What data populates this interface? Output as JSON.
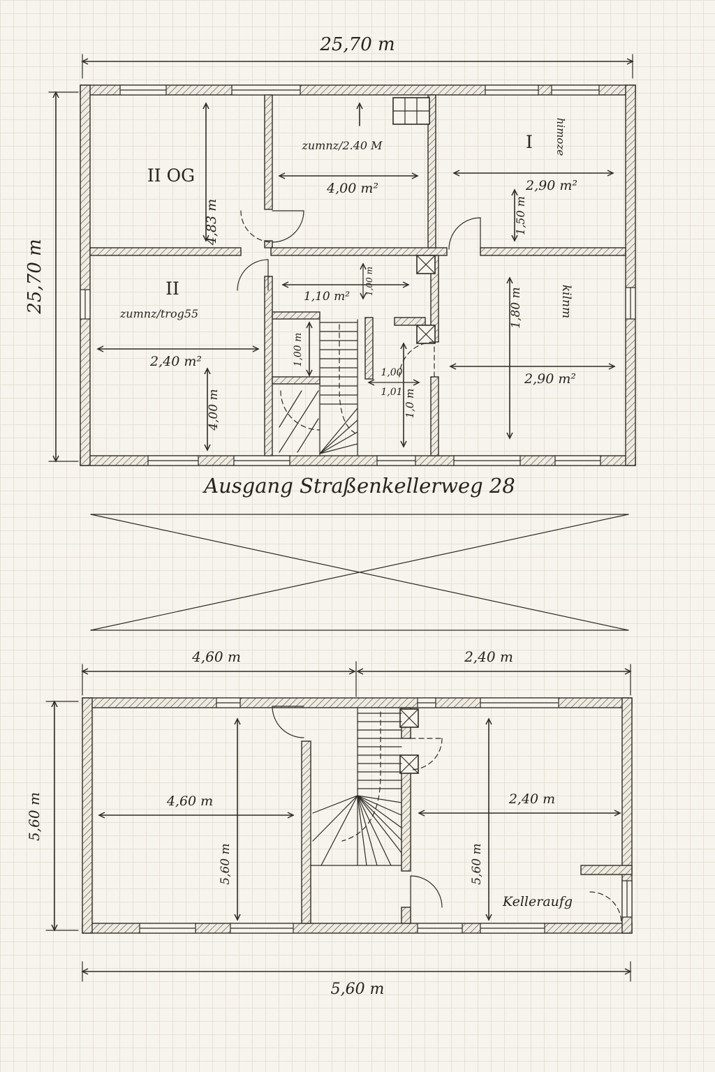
{
  "upper_plan": {
    "dim_width": "25,70 m",
    "dim_height": "25,70 m",
    "labels": {
      "floor": "II OG",
      "room_mid": "zumnz/2.40 M",
      "room_right": "I",
      "room_right_note": "himoze",
      "room_bl": "II",
      "room_bl_note": "zumnz/trog55",
      "room_br": "kilnm"
    },
    "dims": {
      "room_left_height": "4,83 m",
      "room_mid_width": "4,00 m²",
      "room_right_width": "2,90 m²",
      "room_right_depth": "1,50 m",
      "hall_width": "1,10 m²",
      "hall_depth": "1,00 m",
      "stair_width": "1,00 m",
      "stair_a": "1,00",
      "stair_b": "1,01",
      "stair_run": "1,0 m",
      "room_bl_width": "2,40 m²",
      "room_bl_height": "4,00 m",
      "room_br_depth": "1,80 m",
      "room_br_width": "2,90 m²"
    }
  },
  "caption": "Ausgang Straßenkellerweg 28",
  "lower_plan": {
    "dim_top_left": "4,60 m",
    "dim_top_right": "2,40 m",
    "dim_side": "5,60 m",
    "dim_bottom": "5,60 m",
    "room_left_width": "4,60 m",
    "room_left_height": "5,60 m",
    "room_right_width": "2,40 m",
    "room_right_height": "5,60 m",
    "stair_exit": "Kelleraufg"
  }
}
